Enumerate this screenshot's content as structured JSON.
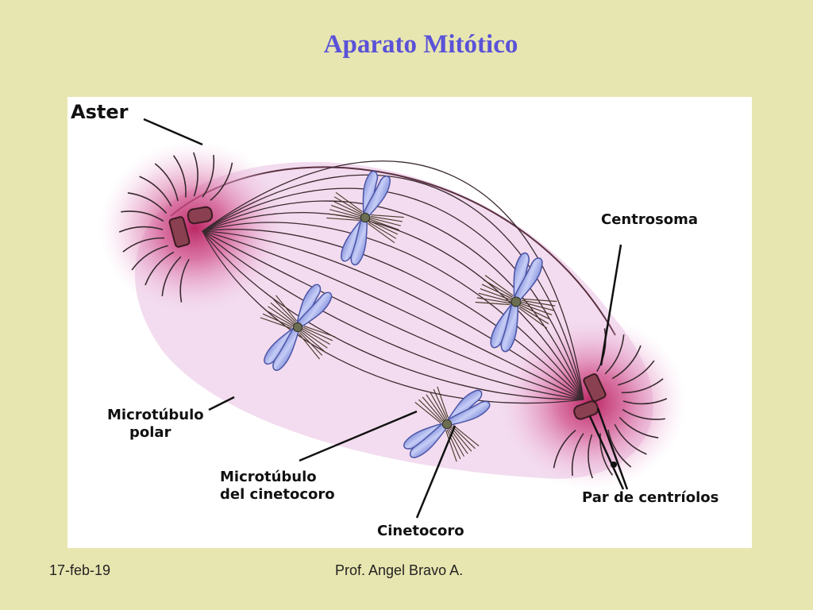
{
  "slide": {
    "title": "Aparato Mitótico",
    "footer_date": "17-feb-19",
    "footer_author": "Prof.  Angel Bravo A."
  },
  "diagram": {
    "labels": {
      "aster": "Aster",
      "centrosoma": "Centrosoma",
      "microtubulo_polar_1": "Microtúbulo",
      "microtubulo_polar_2": "polar",
      "microtubulo_cinetocoro_1": "Microtúbulo",
      "microtubulo_cinetocoro_2": "del cinetocoro",
      "par_centriolos": "Par de centríolos",
      "cinetocoro": "Cinetocoro"
    },
    "colors": {
      "background": "#e8e6b0",
      "title": "#5a52d8",
      "aster_glow": "#c8306a",
      "spindle_fill": "#f3dcef",
      "fiber": "#3a2a30",
      "chromosome": "#a8b4ec"
    }
  }
}
